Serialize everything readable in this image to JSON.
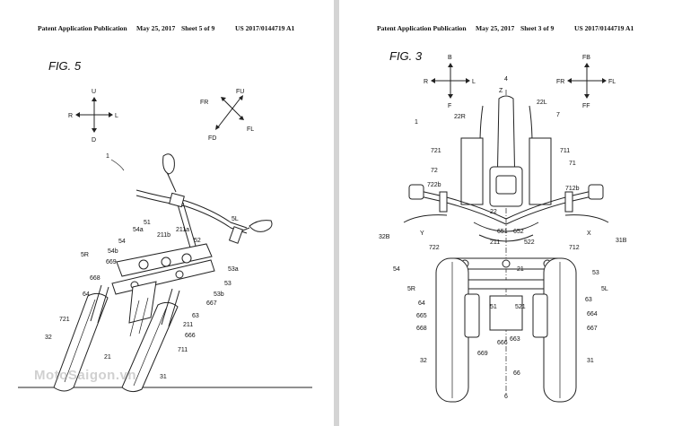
{
  "left_sheet": {
    "header": {
      "publication": "Patent Application Publication",
      "date": "May 25, 2017",
      "sheet": "Sheet 5 of 9",
      "number": "US 2017/0144719 A1"
    },
    "figure_label": "FIG. 5",
    "compass_1": {
      "up": "U",
      "down": "D",
      "left": "R",
      "right": "L"
    },
    "compass_2": {
      "up_right": "FU",
      "up_left": "FR",
      "down_left": "FD",
      "down_right": "FL"
    },
    "ref_numerals": [
      "1",
      "5L",
      "5R",
      "51",
      "52",
      "53",
      "53a",
      "53b",
      "54",
      "54a",
      "54b",
      "211a",
      "211b",
      "21",
      "211",
      "31",
      "32",
      "63",
      "64",
      "666",
      "667",
      "668",
      "669",
      "711",
      "721"
    ]
  },
  "right_sheet": {
    "header": {
      "publication": "Patent Application Publication",
      "date": "May 25, 2017",
      "sheet": "Sheet 3 of 9",
      "number": "US 2017/0144719 A1"
    },
    "figure_label": "FIG. 3",
    "compass_1": {
      "up": "B",
      "down": "F",
      "left": "R",
      "right": "L"
    },
    "compass_2": {
      "up": "FB",
      "down": "FF",
      "left": "FR",
      "right": "FL"
    },
    "ref_numerals": [
      "4",
      "Z",
      "22L",
      "22R",
      "7",
      "1",
      "721",
      "711",
      "72",
      "71",
      "722b",
      "712b",
      "22",
      "Y",
      "X",
      "651",
      "652",
      "32B",
      "31B",
      "722",
      "211",
      "522",
      "712",
      "21",
      "54",
      "53",
      "5R",
      "5L",
      "64",
      "51",
      "521",
      "63",
      "665",
      "664",
      "668",
      "667",
      "669",
      "666",
      "663",
      "32",
      "31",
      "66",
      "6"
    ]
  },
  "watermark": "MotoSaigon.vn"
}
